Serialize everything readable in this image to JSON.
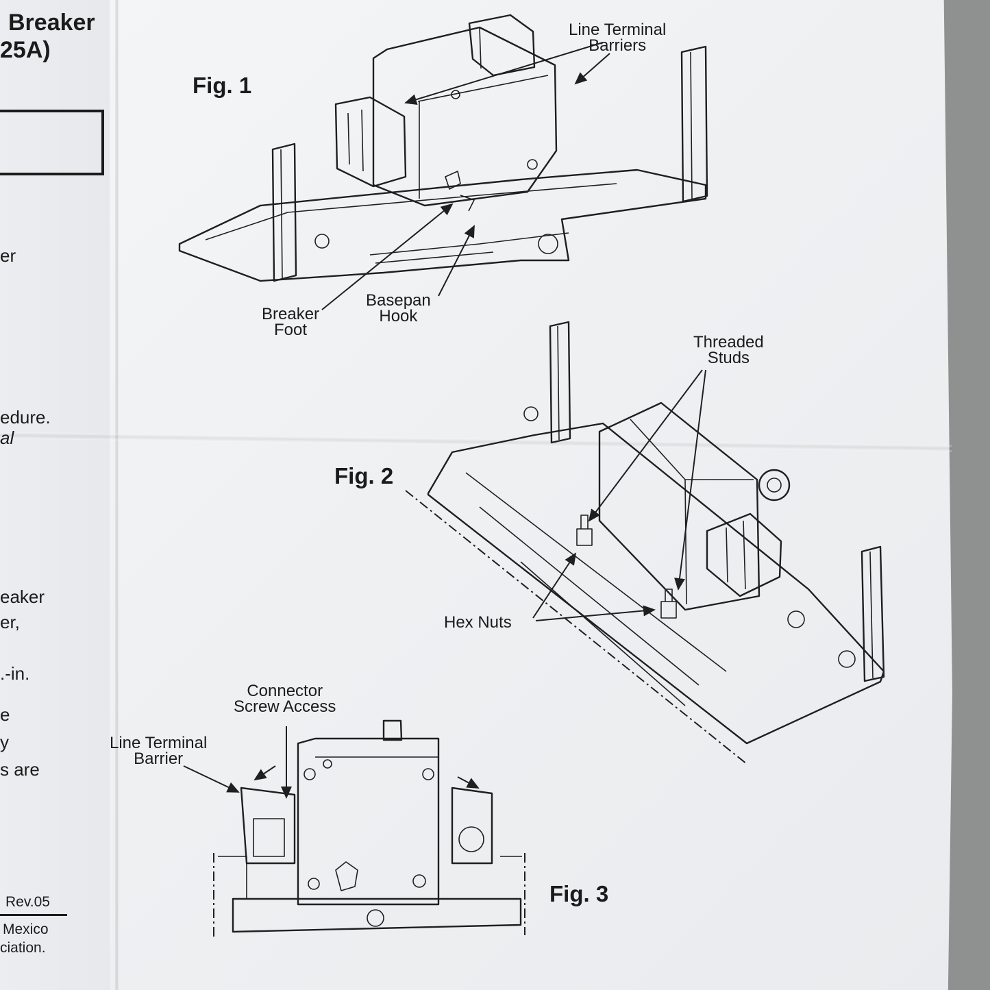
{
  "left_column": {
    "header_line1": "Breaker",
    "header_line2": "25A)",
    "fragments": [
      "er",
      "edure.",
      "al",
      "eaker",
      "er,",
      ".-in.",
      "e",
      "y",
      "s are"
    ],
    "footer": {
      "revision": "Rev.05",
      "line1": "Mexico",
      "line2": "ciation."
    }
  },
  "figures": {
    "fig1": {
      "title": "Fig. 1",
      "callouts": {
        "line_terminal_barriers": [
          "Line Terminal",
          "Barriers"
        ],
        "breaker_foot": [
          "Breaker",
          "Foot"
        ],
        "basepan_hook": [
          "Basepan",
          "Hook"
        ]
      }
    },
    "fig2": {
      "title": "Fig. 2",
      "callouts": {
        "threaded_studs": [
          "Threaded",
          "Studs"
        ],
        "hex_nuts": "Hex Nuts"
      }
    },
    "fig3": {
      "title": "Fig. 3",
      "callouts": {
        "connector_screw_access": [
          "Connector",
          "Screw Access"
        ],
        "line_terminal_barrier": [
          "Line Terminal",
          "Barrier"
        ]
      }
    }
  }
}
